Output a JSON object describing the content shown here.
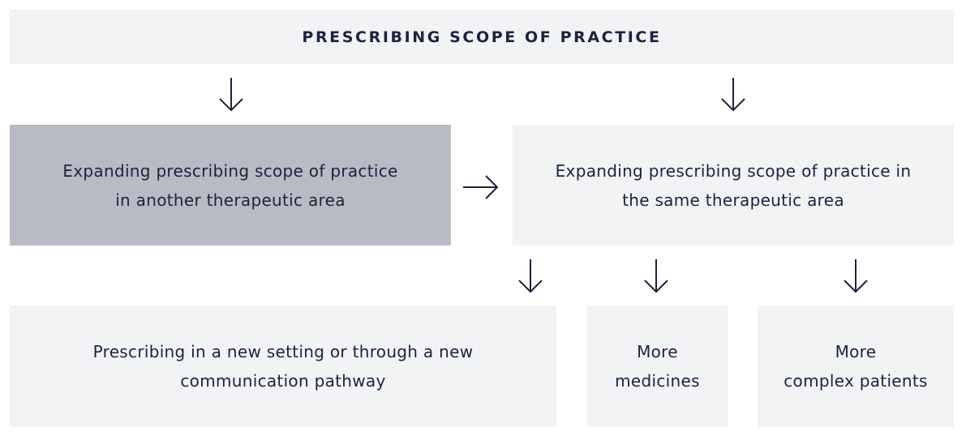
{
  "header": {
    "title": "PRESCRIBING SCOPE OF PRACTICE"
  },
  "middle": {
    "left": {
      "label": "Expanding prescribing scope of practice\nin another therapeutic area"
    },
    "right": {
      "label": "Expanding prescribing scope of practice in\nthe same therapeutic area"
    }
  },
  "bottom": {
    "items": [
      {
        "label": "Prescribing in a new setting or through a new\ncommunication pathway"
      },
      {
        "label": "More\nmedicines"
      },
      {
        "label": "More\ncomplex patients"
      }
    ]
  },
  "icons": {
    "down": "arrow-down-icon",
    "right": "arrow-right-icon"
  },
  "colors": {
    "text": "#1c2240",
    "box": "#f2f3f5",
    "box_dark": "#b9bbc4",
    "arrow": "#1c2240"
  }
}
